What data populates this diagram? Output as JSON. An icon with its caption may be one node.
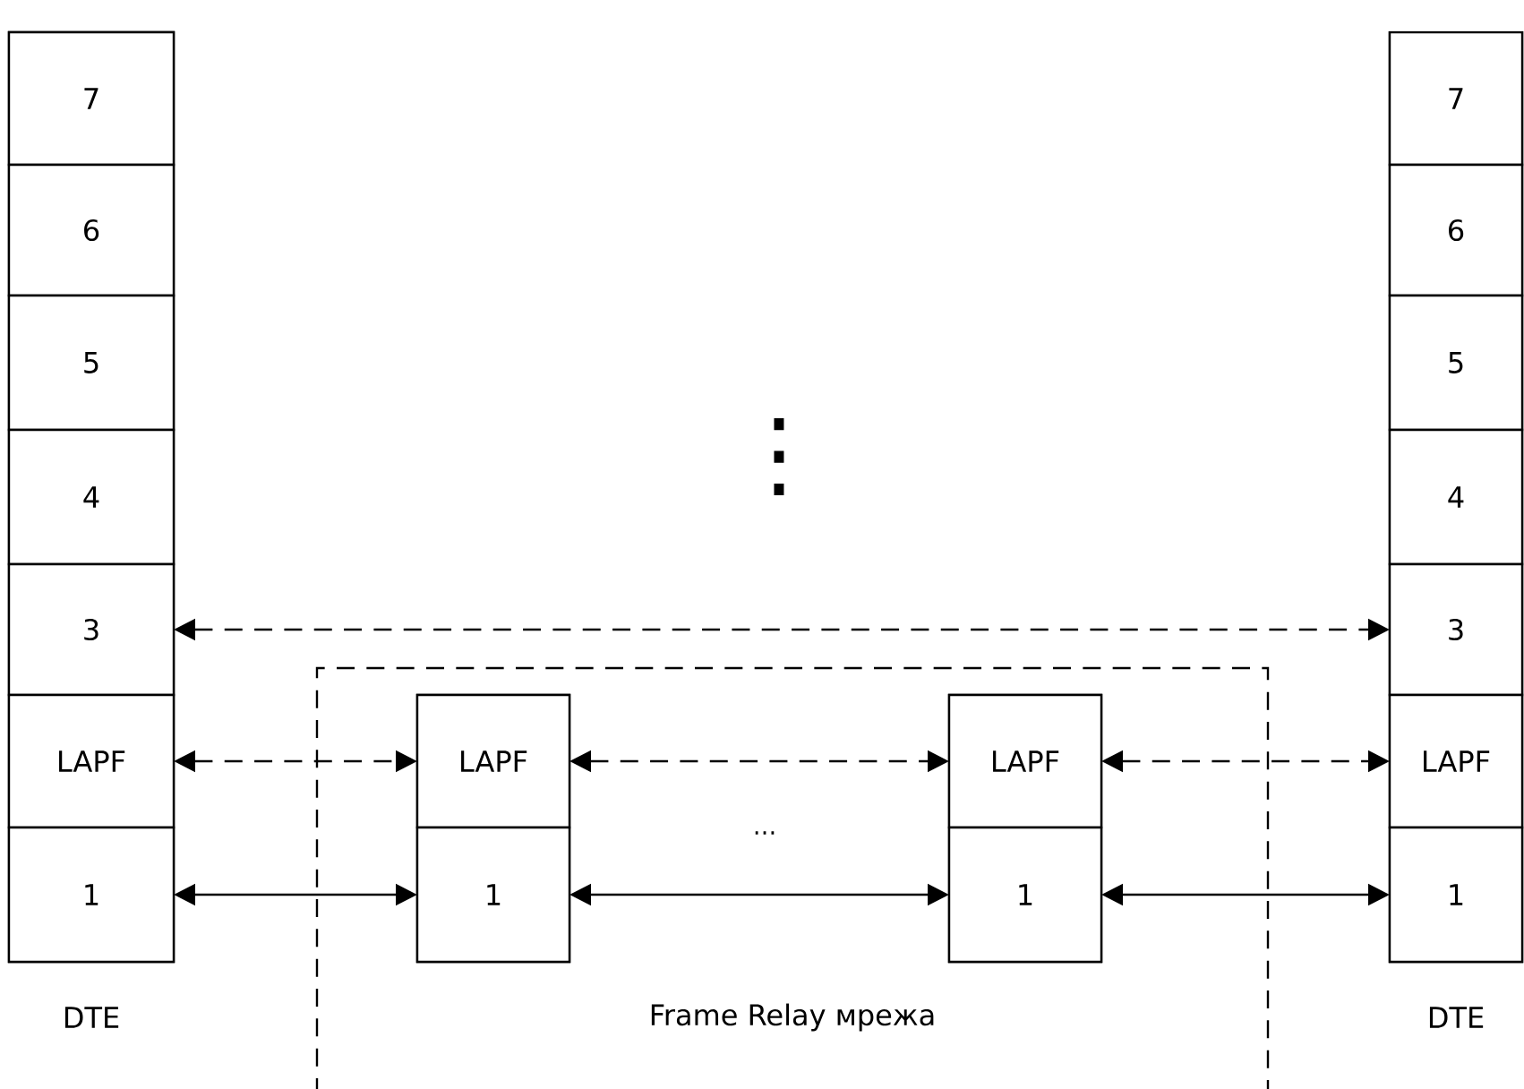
{
  "diagram": {
    "nodes": [
      {
        "text": [
          "DTE"
        ]
      },
      {
        "text": [
          "7"
        ],
        "in": 0
      },
      {
        "text": [
          "6"
        ],
        "in": 0
      },
      {
        "text": [
          "5"
        ],
        "in": 0
      },
      {
        "text": [
          "4"
        ],
        "in": 0
      },
      {
        "text": [
          "3"
        ],
        "in": 0
      },
      {
        "text": [
          "LAPF"
        ],
        "in": 0
      },
      {
        "text": [
          "1"
        ],
        "in": 0
      },
      {
        "text": [
          "Frame Relay мрежа"
        ]
      },
      {
        "text": [],
        "shape": "box",
        "in": 8
      },
      {
        "text": [
          "LAPF"
        ],
        "in": 9
      },
      {
        "text": [
          "1"
        ],
        "in": 9
      },
      {
        "text": [],
        "shape": "box",
        "in": 8
      },
      {
        "text": [
          "LAPF"
        ],
        "in": 12
      },
      {
        "text": [
          "1"
        ],
        "in": 12
      },
      {
        "text": [
          "DTE"
        ]
      },
      {
        "text": [
          "7"
        ],
        "in": 15
      },
      {
        "text": [
          "6"
        ],
        "in": 15
      },
      {
        "text": [
          "5"
        ],
        "in": 15
      },
      {
        "text": [
          "4"
        ],
        "in": 15
      },
      {
        "text": [
          "3"
        ],
        "in": 15
      },
      {
        "text": [
          "LAPF"
        ],
        "in": 15
      },
      {
        "text": [
          "1"
        ],
        "in": 15
      }
    ],
    "edges": [
      {
        "from": 5,
        "to": 20,
        "arrow": "both",
        "style": "dashed"
      },
      {
        "from": 6,
        "to": 10,
        "arrow": "both",
        "style": "dashed"
      },
      {
        "from": 10,
        "to": 13,
        "arrow": "both",
        "style": "dashed"
      },
      {
        "from": 13,
        "to": 21,
        "arrow": "both",
        "style": "dashed"
      },
      {
        "from": 7,
        "to": 11,
        "arrow": "both"
      },
      {
        "from": 11,
        "to": 14,
        "arrow": "both"
      },
      {
        "from": 14,
        "to": 22,
        "arrow": "both"
      }
    ],
    "labels": [
      "⋮",
      "…"
    ]
  }
}
